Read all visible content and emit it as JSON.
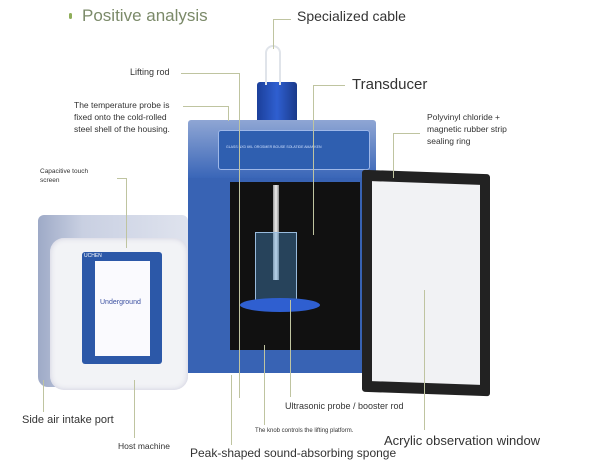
{
  "title": "Positive analysis",
  "labels": {
    "cable": "Specialized cable",
    "lifting_rod": "Lifting rod",
    "temp_probe": [
      "The temperature probe is",
      "fixed onto the cold-rolled",
      "steel shell of the housing."
    ],
    "transducer": "Transducer",
    "seal": [
      "Polyvinyl chloride +",
      "magnetic rubber strip",
      "sealing ring"
    ],
    "touch": [
      "Capacitive touch",
      "screen"
    ],
    "side_air": "Side air intake port",
    "host": "Host machine",
    "sponge": "Peak-shaped sound-absorbing sponge",
    "knob": "The knob controls the lifting platform.",
    "probe": "Ultrasonic probe / booster rod",
    "window": "Acrylic observation window"
  },
  "device": {
    "brand": "UCHEN",
    "screen_text": "Underground",
    "panel_text": "GLASS NXD 6KL ORGSMER BOUSE SOLATIDE AMANKEN"
  },
  "colors": {
    "title": "#7b8a69",
    "line": "#bfc4a0",
    "blue": "#2f5fb0"
  }
}
